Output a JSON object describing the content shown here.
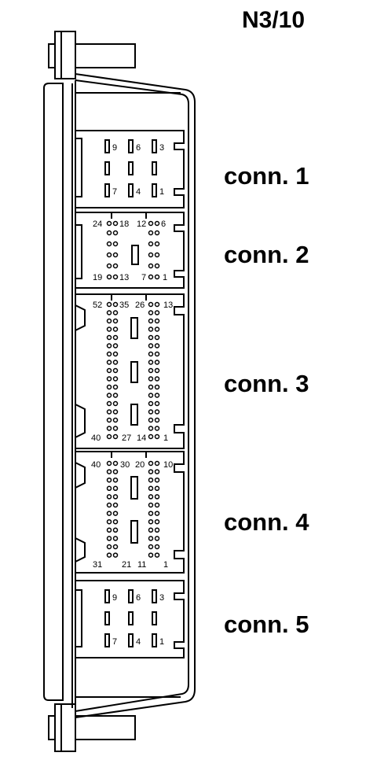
{
  "title": "N3/10",
  "connectors": [
    {
      "label": "conn. 1",
      "pins": [
        "9",
        "6",
        "3",
        "7",
        "4",
        "1"
      ]
    },
    {
      "label": "conn. 2",
      "pins": [
        "24",
        "18",
        "12",
        "6",
        "19",
        "13",
        "7",
        "1"
      ]
    },
    {
      "label": "conn. 3",
      "pins": [
        "52",
        "35",
        "26",
        "13",
        "40",
        "27",
        "14",
        "1"
      ]
    },
    {
      "label": "conn. 4",
      "pins": [
        "40",
        "30",
        "20",
        "10",
        "31",
        "21",
        "11",
        "1"
      ]
    },
    {
      "label": "conn. 5",
      "pins": [
        "9",
        "6",
        "3",
        "7",
        "4",
        "1"
      ]
    }
  ]
}
